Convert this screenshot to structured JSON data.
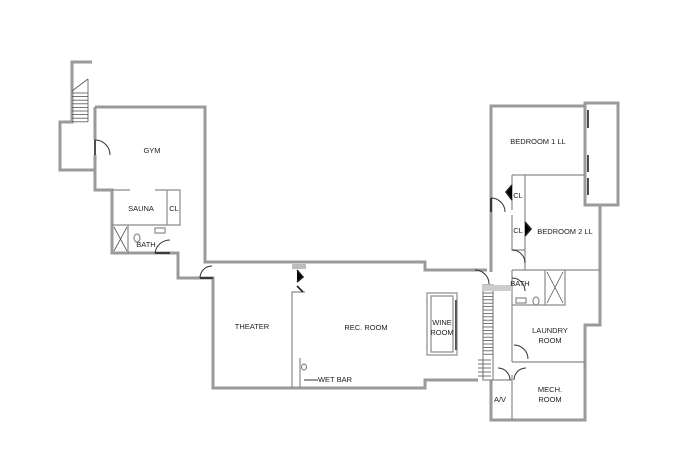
{
  "rooms": {
    "gym": "GYM",
    "sauna": "SAUNA",
    "gym_closet": "CL",
    "gym_bath": "BATH",
    "theater": "THEATER",
    "rec_room": "REC. ROOM",
    "wine_room": "WINE\nROOM",
    "wet_bar": "WET BAR",
    "bedroom1": "BEDROOM 1 LL",
    "bedroom2": "BEDROOM 2 LL",
    "closet1": "CL",
    "closet2": "CL",
    "bath2": "BATH",
    "laundry": "LAUNDRY\nROOM",
    "mech": "MECH.\nROOM",
    "av": "A/V"
  },
  "colors": {
    "wall": "#9a9a9a",
    "background": "#ffffff",
    "text": "#222222"
  }
}
